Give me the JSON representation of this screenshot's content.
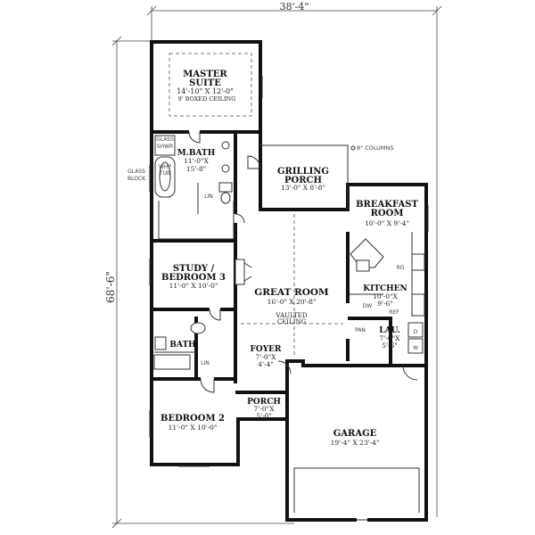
{
  "overall": {
    "width": "38'-4\"",
    "depth": "68'-6\""
  },
  "rooms": {
    "master": {
      "name1": "MASTER",
      "name2": "SUITE",
      "size": "14'-10\" X 12'-0\"",
      "note": "9' BOXED CEILING"
    },
    "mbath": {
      "name": "M.BATH",
      "size1": "11'-0\"X",
      "size2": "15'-8\""
    },
    "grilling": {
      "name1": "GRILLING",
      "name2": "PORCH",
      "size": "13'-0\" X 8'-8\""
    },
    "breakfast": {
      "name1": "BREAKFAST",
      "name2": "ROOM",
      "size": "10'-0\" X 9'-4\""
    },
    "study": {
      "name1": "STUDY /",
      "name2": "BEDROOM 3",
      "size": "11'-0\" X 10'-0\""
    },
    "great": {
      "name": "GREAT ROOM",
      "size": "16'-0\" X 20'-8\"",
      "note1": "VAULTED",
      "note2": "CEILING"
    },
    "kitchen": {
      "name": "KITCHEN",
      "size1": "10'-0\"X",
      "size2": "9'-6\""
    },
    "bath": {
      "name": "BATH"
    },
    "foyer": {
      "name": "FOYER",
      "size1": "7'-0\"X",
      "size2": "4'-4\""
    },
    "lau": {
      "name": "LAU.",
      "size1": "7'-6\"X",
      "size2": "5'-6\""
    },
    "porch": {
      "name": "PORCH",
      "size1": "7'-0\"X",
      "size2": "5'-0\""
    },
    "bedroom2": {
      "name": "BEDROOM 2",
      "size": "11'-0\" X 10'-0\""
    },
    "garage": {
      "name": "GARAGE",
      "size": "19'-4\" X 23'-4\""
    }
  },
  "fixtures": {
    "glass_shwr1": "GLASS",
    "glass_shwr2": "SHWR",
    "whp_tub1": "WHP",
    "whp_tub2": "TUB",
    "glass_block1": "GLASS",
    "glass_block2": "BLOCK",
    "lin": "LIN",
    "columns": "8\" COLUMNS",
    "rg": "RG",
    "dw": "DW",
    "ref": "REF",
    "pan": "PAN",
    "w": "W",
    "d": "D"
  }
}
